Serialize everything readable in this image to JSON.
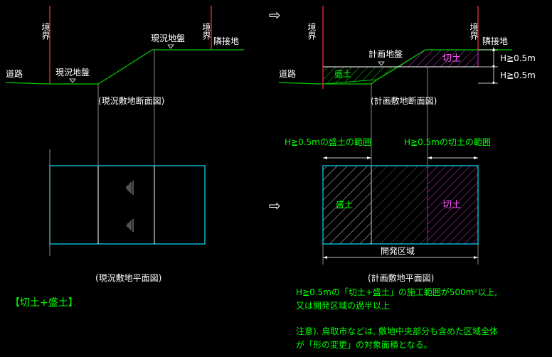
{
  "left_section": {
    "boundary_left": "境界",
    "boundary_right": "境界",
    "adjacent_land": "隣接地",
    "existing_ground_road": "現況地盤",
    "existing_ground_top": "現況地盤",
    "road": "道路",
    "section_caption": "(現況敷地断面図)",
    "plan_caption": "(現況敷地平面図)"
  },
  "right_section": {
    "boundary_left": "境界",
    "boundary_right": "境界",
    "adjacent_land": "隣接地",
    "planned_ground": "計画地盤",
    "road": "道路",
    "fill_label": "盛土",
    "cut_label": "切土",
    "h_upper": "H≧0.5m",
    "h_lower": "H≧0.5m",
    "section_caption": "(計画敷地断面図)",
    "fill_range": "H≧0.5mの盛土の範囲",
    "cut_range": "H≧0.5mの切土の範囲",
    "plan_fill_label": "盛土",
    "plan_cut_label": "切土",
    "development_area": "開発区域",
    "plan_caption": "(計画敷地平面図)"
  },
  "arrows": {
    "top": "⇨",
    "bottom": "⇨"
  },
  "title": "【切土+盛土】",
  "notes": {
    "line1": "H≧0.5mの「切土+盛土」の施工範囲が500m²以上,",
    "line2": "又は開発区域の過半以上",
    "line3": "注意). 鳥取市などは, 敷地中央部分も含めた区域全体",
    "line4": "が「形の変更」の対象面積となる。"
  },
  "colors": {
    "background": "#000000",
    "boundary": "#ff3344",
    "ground": "#00cc00",
    "outline": "#00e0ff",
    "fill": "#00cc00",
    "cut": "#cc33cc",
    "text": "#ffffff",
    "note_text": "#00ff00"
  }
}
